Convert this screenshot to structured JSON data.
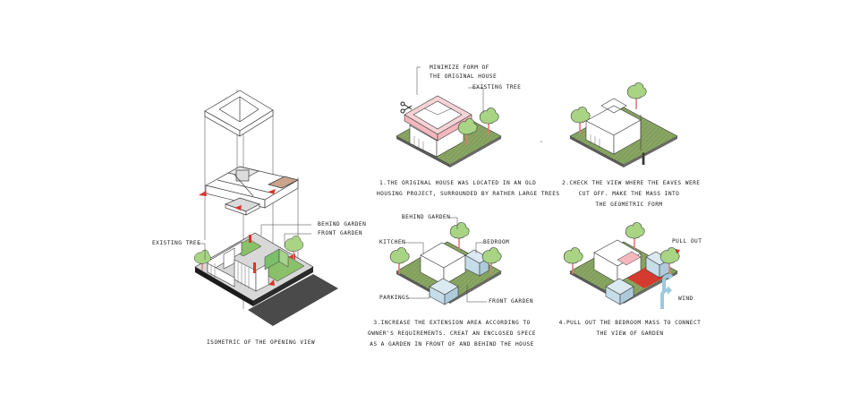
{
  "colors": {
    "line": "#3a3a3a",
    "grass": "#8aa663",
    "grass_dark": "#6d8a4b",
    "tree": "#a8d483",
    "trunk": "#e07a7a",
    "glass": "#c5dde9",
    "red": "#d9342b",
    "pink": "#f3b7bd",
    "road": "#4a4a4a",
    "arrow": "#9cc9dd"
  },
  "labels": {
    "existing_tree_left": "EXISTING TREE",
    "behind_garden_left": "BEHIND GARDEN",
    "front_garden_left": "FRONT GARDEN",
    "isometric_caption": "ISOMETRIC OF THE OPENING VIEW",
    "minimize_form_1": "MINIMIZE FORM OF",
    "minimize_form_2": "THE ORIGINAL HOUSE",
    "existing_tree_top": "EXISTING TREE",
    "behind_garden": "BEHIND GARDEN",
    "kitchen": "KITCHEN",
    "bedroom": "BEDROOM",
    "parkings": "PARKINGS",
    "front_garden": "FRONT GARDEN",
    "pull_out": "PULL OUT",
    "wind": "WIND"
  },
  "steps": [
    {
      "line1": "1.THE ORIGINAL HOUSE WAS LOCATED IN AN OLD",
      "line2": "HOUSING PROJECT, SURROUNDED BY RATHER LARGE TREES",
      "line3": ""
    },
    {
      "line1": "2.CHECK THE VIEW WHERE THE EAVES WERE",
      "line2": "CUT OFF. MAKE THE MASS INTO",
      "line3": "THE GEOMETRIC FORM"
    },
    {
      "line1": "3.INCREASE THE EXTENSION AREA ACCORDING TO",
      "line2": "OWNER'S REQUIREMENTS. CREAT AN ENCLOSED SPECE",
      "line3": "AS A GARDEN IN FRONT OF AND BEHIND THE HOUSE"
    },
    {
      "line1": "4.PULL OUT THE BEDROOM MASS TO CONNECT",
      "line2": "THE VIEW OF GARDEN",
      "line3": ""
    }
  ]
}
